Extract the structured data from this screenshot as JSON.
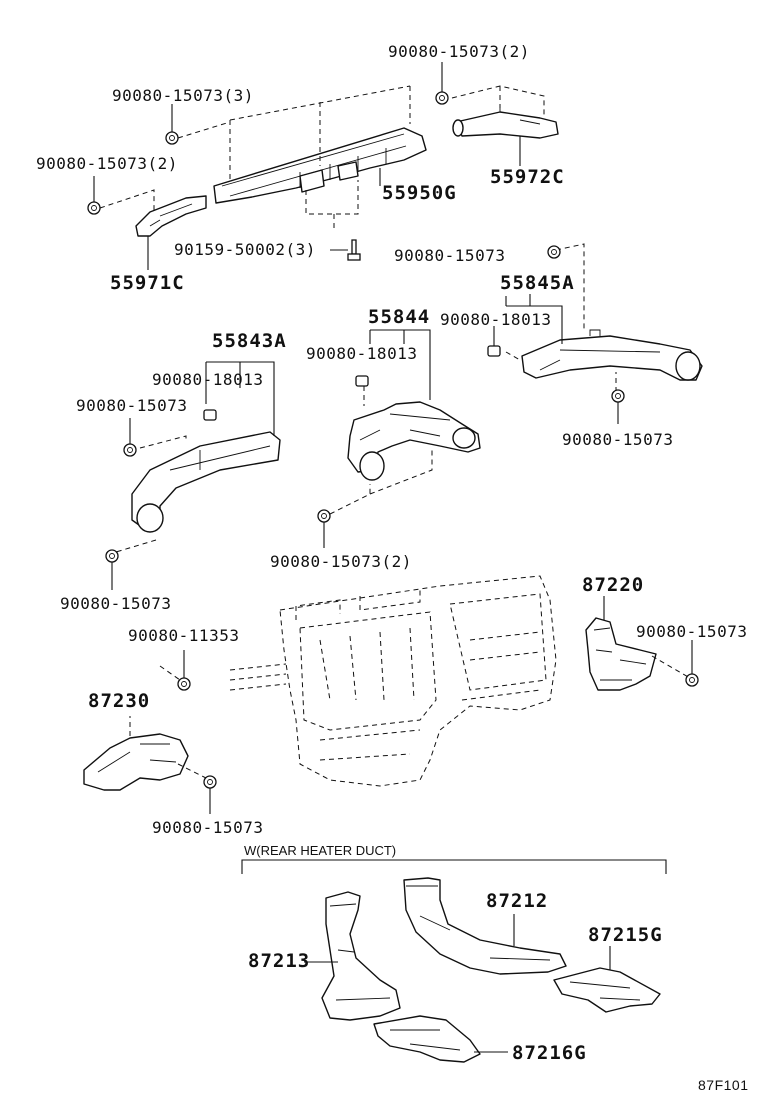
{
  "figure_code": "87F101",
  "note": "W(REAR HEATER DUCT)",
  "labels": {
    "p_55950G": "55950G",
    "p_55972C": "55972C",
    "p_55971C": "55971C",
    "p_55845A": "55845A",
    "p_55844": "55844",
    "p_55843A": "55843A",
    "p_87220": "87220",
    "p_87230": "87230",
    "p_87212": "87212",
    "p_87213": "87213",
    "p_87215G": "87215G",
    "p_87216G": "87216G",
    "b_top_right": "90080-15073(2)",
    "b_top_left3": "90080-15073(3)",
    "b_left_2": "90080-15073(2)",
    "s_90159": "90159-50002(3)",
    "b_55845_top": "90080-15073",
    "c_55845": "90080-18013",
    "b_55845_bot": "90080-15073",
    "c_55844": "90080-18013",
    "b_55844_2": "90080-15073(2)",
    "c_55843": "90080-18013",
    "b_55843_top": "90080-15073",
    "b_55843_bot": "90080-15073",
    "b_87220": "90080-15073",
    "b_87230_top": "90080-11353",
    "b_87230_bot": "90080-15073"
  }
}
